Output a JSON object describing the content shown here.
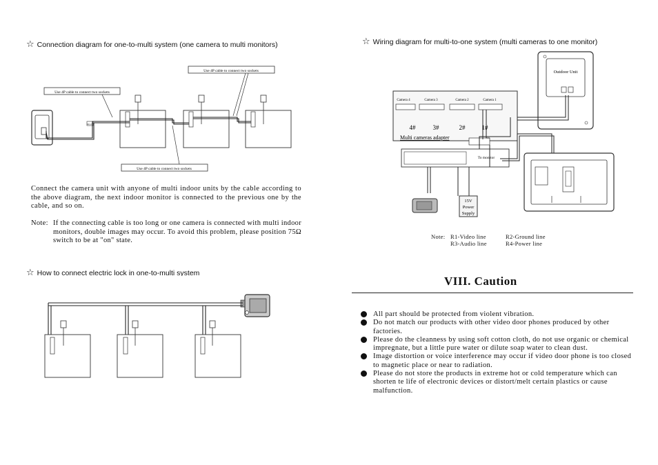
{
  "left": {
    "header1": "Connection diagram for one-to-multi system (one camera to multi monitors)",
    "diagram1": {
      "callout_top": "Use 4P cable to connect two sockets",
      "callout_left": "Use 4P cable to connect two sockets",
      "callout_bottom": "Use 4P cable to connect two sockets",
      "tag_small": "DC12V"
    },
    "paragraph1": "Connect the camera unit with anyone of multi indoor units by the cable according to the above diagram, the next indoor monitor is connected to the previous one by the cable, and so on.",
    "note_label": "Note:",
    "note_text": "If the connecting cable is too long or one camera is connected with multi indoor monitors, double images may occur. To avoid this problem, please position 75Ω switch to be at \"on\" state.",
    "header2": "How to connect electric lock in one-to-multi system"
  },
  "right": {
    "header": "Wiring diagram for multi-to-one system (multi cameras to one monitor)",
    "diagram": {
      "outdoor_unit": "Outdoor Unit",
      "cameras": [
        "Camera 4",
        "Camera 3",
        "Camera 2",
        "Camera 1"
      ],
      "numbers": [
        "4#",
        "3#",
        "2#",
        "1#"
      ],
      "adapter_label": "Multi cameras adapter",
      "to_monitor": "To monitor",
      "power_line1": "15V",
      "power_line2": "Power",
      "power_line3": "Supply"
    },
    "note_prefix": "Note:",
    "note_items": [
      "R1-Video line",
      "R2-Ground line",
      "R3-Audio line",
      "R4-Power line"
    ],
    "caution_title": "VIII. Caution",
    "caution_items": [
      "All part should be protected from violent vibration.",
      "Do not match our products with other video door phones produced by other factories.",
      "Please do the cleanness by using soft cotton cloth, do not use organic or chemical impregnate, but a little pure water or dilute soap water to clean dust.",
      "Image distortion or voice interference may occur if video door phone is too closed to magnetic place or near to radiation.",
      "Please do not store the products in extreme hot or cold temperature which can shorten te life of electronic devices or distort/melt certain plastics or cause malfunction."
    ]
  }
}
